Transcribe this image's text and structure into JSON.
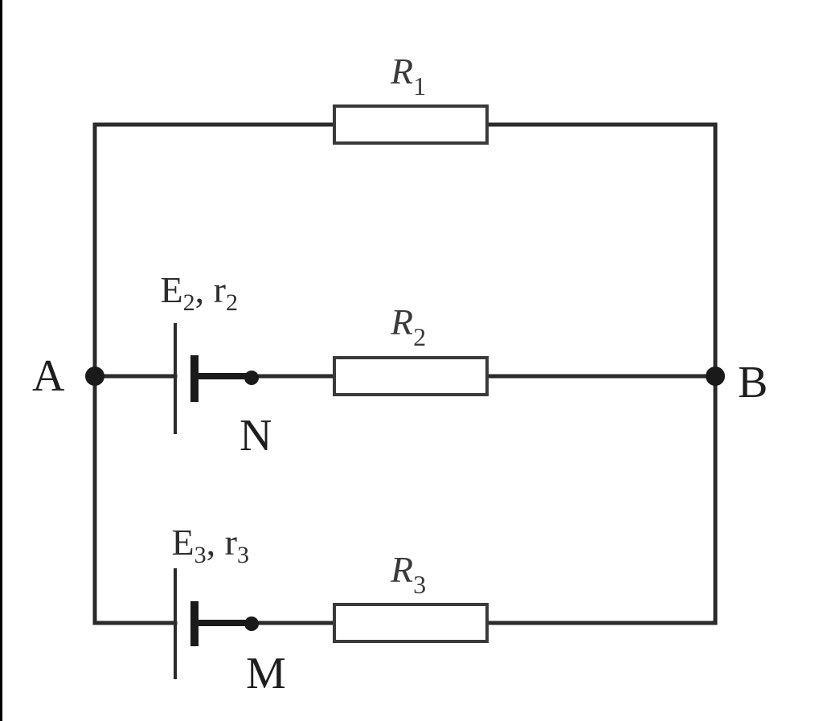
{
  "resistors": {
    "r1": {
      "base": "R",
      "sub": "1"
    },
    "r2": {
      "base": "R",
      "sub": "2"
    },
    "r3": {
      "base": "R",
      "sub": "3"
    }
  },
  "sources": {
    "e2": {
      "e": "E",
      "e_sub": "2",
      "sep": ", ",
      "r": "r",
      "r_sub": "2"
    },
    "e3": {
      "e": "E",
      "e_sub": "3",
      "sep": ", ",
      "r": "r",
      "r_sub": "3"
    }
  },
  "nodes": {
    "a": "A",
    "b": "B",
    "n": "N",
    "m": "M"
  },
  "colors": {
    "wire": "#2b2b2b",
    "frame": "#000000"
  }
}
